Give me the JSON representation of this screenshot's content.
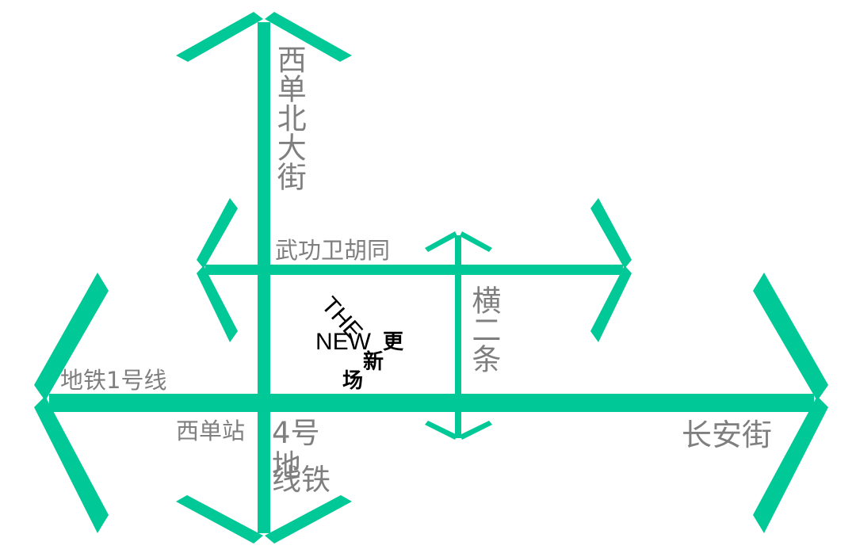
{
  "colors": {
    "road": "#00c896",
    "label_gray": "#7f7f7f",
    "label_black": "#000000",
    "background": "#ffffff"
  },
  "roads": {
    "xidan_north_street": {
      "label": "西单北大街",
      "orientation": "vertical"
    },
    "wugongwei_hutong": {
      "label": "武功卫胡同",
      "orientation": "horizontal"
    },
    "heng_er_tiao": {
      "label": "横二条",
      "orientation": "vertical"
    },
    "changan_street": {
      "label": "长安街",
      "orientation": "horizontal"
    },
    "metro_line_1": {
      "label": "地铁1号线"
    },
    "metro_line_4": {
      "label_line1": "4号地",
      "label_line2": "线铁",
      "char_4": "4",
      "char_hao": "号",
      "char_di": "地",
      "char_xian": "线",
      "char_tie": "铁"
    }
  },
  "stations": {
    "xidan": {
      "label": "西单站"
    }
  },
  "landmark": {
    "the": "THE",
    "new": "NEW",
    "geng": "更",
    "xin": "新",
    "chang": "场"
  },
  "arrows": [
    {
      "id": "north",
      "direction": "up"
    },
    {
      "id": "south",
      "direction": "down"
    },
    {
      "id": "west-main",
      "direction": "left"
    },
    {
      "id": "east-main",
      "direction": "right"
    },
    {
      "id": "west-hutong",
      "direction": "left"
    },
    {
      "id": "east-hutong",
      "direction": "right"
    },
    {
      "id": "heng-north",
      "direction": "up"
    },
    {
      "id": "heng-south",
      "direction": "down"
    }
  ]
}
